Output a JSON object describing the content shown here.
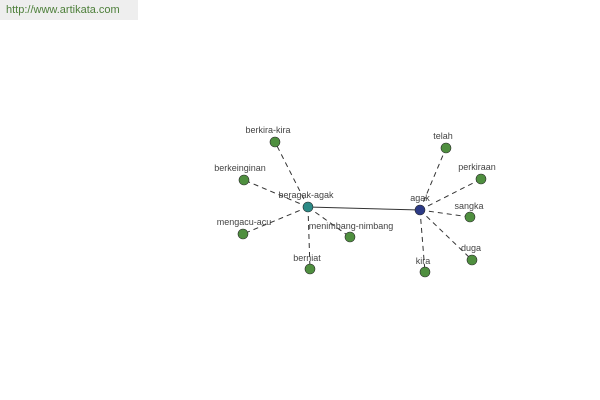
{
  "header": {
    "url": "http://www.artikata.com"
  },
  "colors": {
    "leaf_node": "#4f8f3f",
    "hub_node": "#2c8a86",
    "root_node": "#2c3a86",
    "edge": "#333333",
    "label": "#444444",
    "url_text": "#4d7f3a",
    "url_bg": "#eeeeee"
  },
  "graph": {
    "nodes": [
      {
        "id": "agak",
        "label": "agak",
        "kind": "root"
      },
      {
        "id": "beragak-agak",
        "label": "beragak-agak",
        "kind": "hub"
      },
      {
        "id": "berkira-kira",
        "label": "berkira-kira",
        "kind": "leaf"
      },
      {
        "id": "berkeinginan",
        "label": "berkeinginan",
        "kind": "leaf"
      },
      {
        "id": "mengacu-acu",
        "label": "mengacu-acu",
        "kind": "leaf"
      },
      {
        "id": "berniat",
        "label": "berniat",
        "kind": "leaf"
      },
      {
        "id": "menimbang-nimbang",
        "label": "menimbang-nimbang",
        "kind": "leaf"
      },
      {
        "id": "telah",
        "label": "telah",
        "kind": "leaf"
      },
      {
        "id": "perkiraan",
        "label": "perkiraan",
        "kind": "leaf"
      },
      {
        "id": "sangka",
        "label": "sangka",
        "kind": "leaf"
      },
      {
        "id": "duga",
        "label": "duga",
        "kind": "leaf"
      },
      {
        "id": "kira",
        "label": "kira",
        "kind": "leaf"
      }
    ],
    "edges": [
      {
        "from": "agak",
        "to": "beragak-agak",
        "style": "solid"
      },
      {
        "from": "beragak-agak",
        "to": "berkira-kira",
        "style": "dashed"
      },
      {
        "from": "beragak-agak",
        "to": "berkeinginan",
        "style": "dashed"
      },
      {
        "from": "beragak-agak",
        "to": "mengacu-acu",
        "style": "dashed"
      },
      {
        "from": "beragak-agak",
        "to": "berniat",
        "style": "dashed"
      },
      {
        "from": "beragak-agak",
        "to": "menimbang-nimbang",
        "style": "dashed"
      },
      {
        "from": "agak",
        "to": "telah",
        "style": "dashed"
      },
      {
        "from": "agak",
        "to": "perkiraan",
        "style": "dashed"
      },
      {
        "from": "agak",
        "to": "sangka",
        "style": "dashed"
      },
      {
        "from": "agak",
        "to": "duga",
        "style": "dashed"
      },
      {
        "from": "agak",
        "to": "kira",
        "style": "dashed"
      }
    ]
  }
}
